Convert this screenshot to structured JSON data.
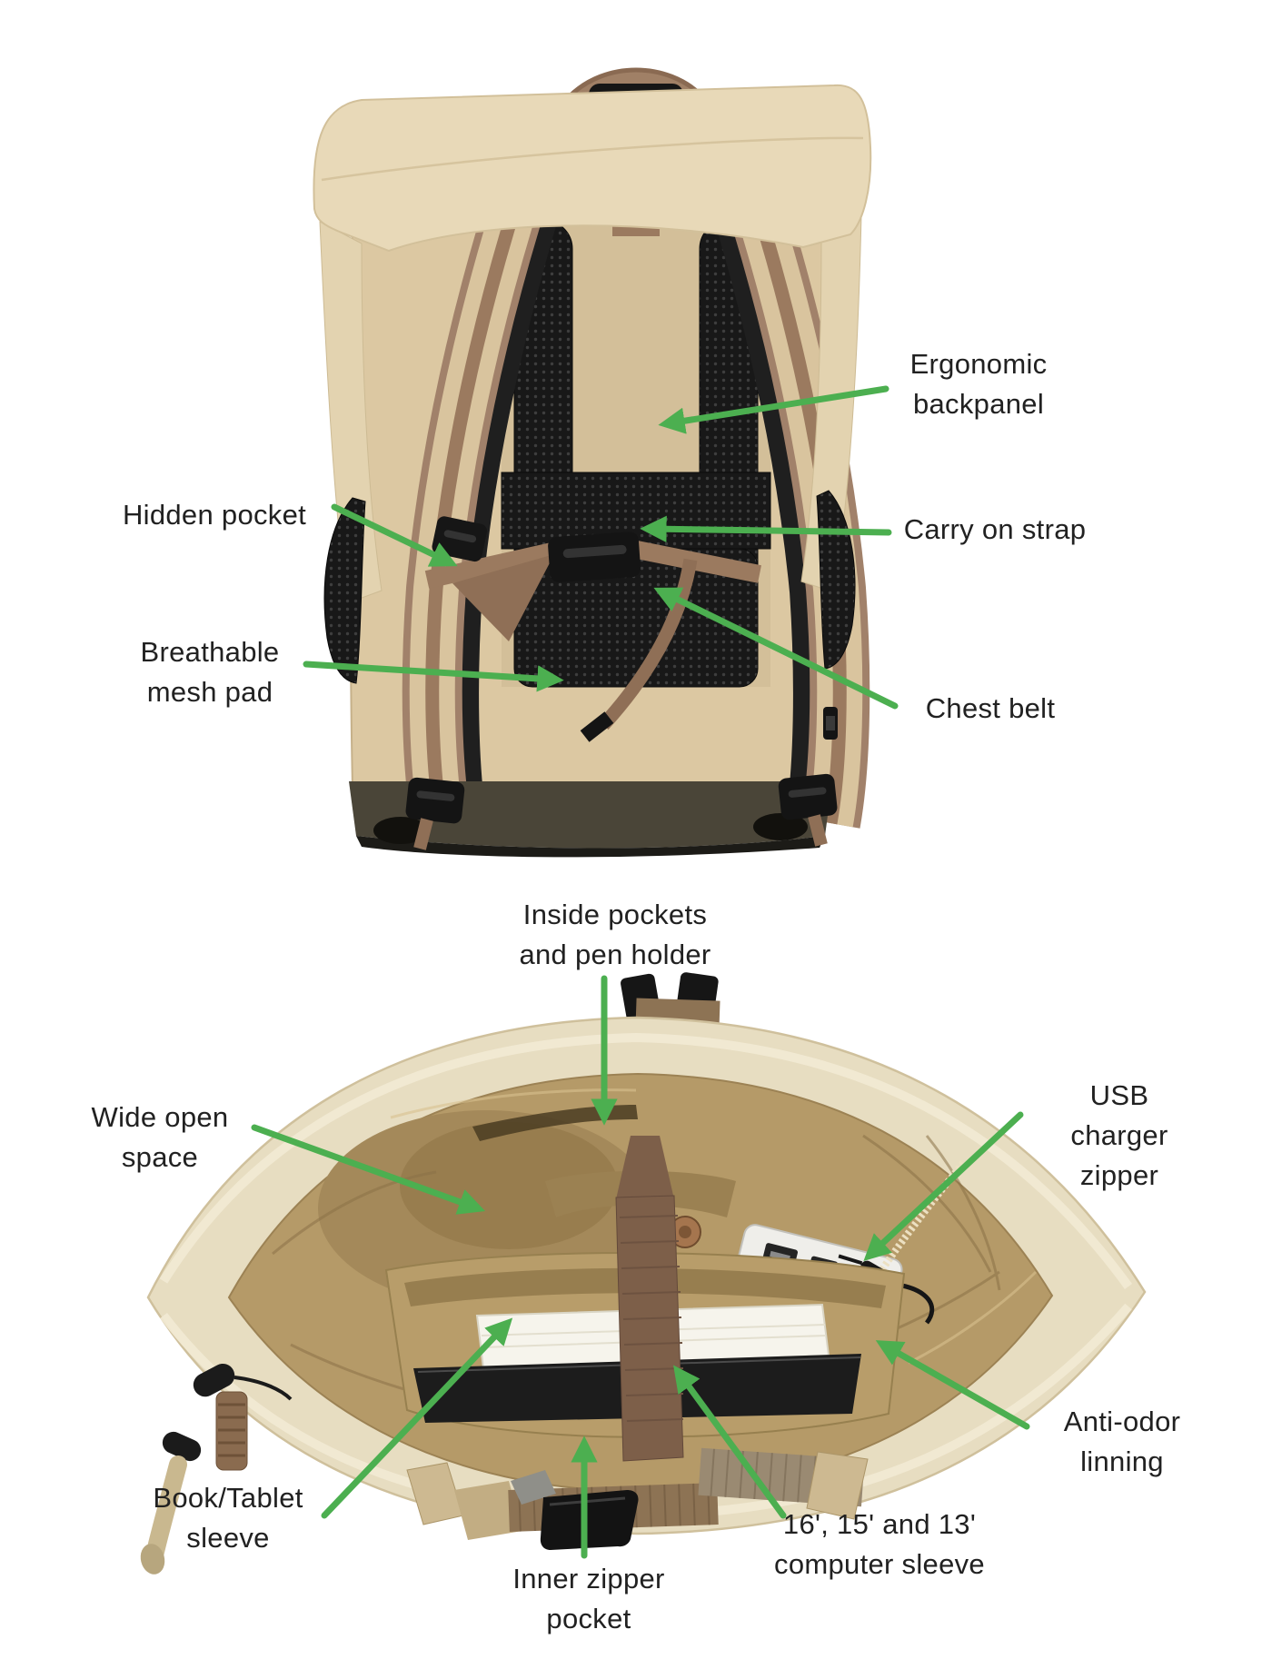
{
  "page": {
    "background_color": "#ffffff",
    "arrow_color": "#4caf50",
    "label_color": "#212121"
  },
  "views": {
    "back_view": {
      "callouts": [
        {
          "id": "ergonomic-backpanel",
          "label": "Ergonomic\nbackpanel"
        },
        {
          "id": "hidden-pocket",
          "label": "Hidden pocket"
        },
        {
          "id": "carry-on-strap",
          "label": "Carry on strap"
        },
        {
          "id": "breathable-mesh-pad",
          "label": "Breathable\nmesh pad"
        },
        {
          "id": "chest-belt",
          "label": "Chest belt"
        }
      ]
    },
    "inside_view": {
      "callouts": [
        {
          "id": "inside-pockets-pen-holder",
          "label": "Inside pockets\nand pen holder"
        },
        {
          "id": "wide-open-space",
          "label": "Wide open\nspace"
        },
        {
          "id": "usb-charger-zipper",
          "label": "USB charger\nzipper"
        },
        {
          "id": "anti-odor-linning",
          "label": "Anti-odor\nlinning"
        },
        {
          "id": "book-tablet-sleeve",
          "label": "Book/Tablet\nsleeve"
        },
        {
          "id": "computer-sleeve",
          "label": "16', 15' and 13'\ncomputer sleeve"
        },
        {
          "id": "inner-zipper-pocket",
          "label": "Inner zipper\npocket"
        }
      ]
    }
  }
}
